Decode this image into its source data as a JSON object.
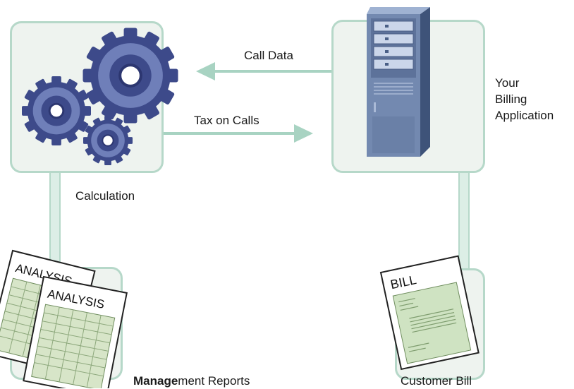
{
  "flow": {
    "call_data_label": "Call Data",
    "tax_on_calls_label": "Tax on Calls"
  },
  "nodes": {
    "calculation": {
      "label": "Calculation",
      "icon": "gears-icon"
    },
    "billing_app": {
      "label_lines": [
        "Your",
        "Billing",
        "Application"
      ],
      "icon": "server-tower-icon"
    },
    "management_reports": {
      "label_bold": "Manage",
      "label_rest": "ment Reports",
      "icon": "report-documents-icon",
      "doc_title": "ANALYSIS"
    },
    "customer_bill": {
      "label": "Customer Bill",
      "icon": "bill-document-icon",
      "doc_title": "BILL"
    }
  },
  "colors": {
    "box_fill": "#eef3ef",
    "box_border": "#b6d8c9",
    "arrow": "#a8d3c2",
    "gear": "#3d4a8a",
    "server": "#6f86ad",
    "doc_green": "#cfe3c2"
  }
}
